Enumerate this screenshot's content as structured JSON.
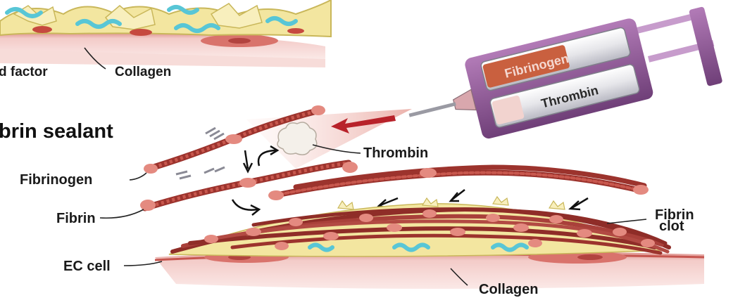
{
  "labels": {
    "factor_partial": "d factor",
    "collagen_top": "Collagen",
    "sealant_title_partial": "brin sealant",
    "thrombin": "Thrombin",
    "fibrinogen": "Fibrinogen",
    "fibrin": "Fibrin",
    "fibrin_clot_line1": "Fibrin",
    "fibrin_clot_line2": "clot",
    "ec_cell": "EC cell",
    "collagen_bottom": "Collagen"
  },
  "syringe": {
    "barrel_top": "Fibrinogen",
    "barrel_bottom": "Thrombin"
  },
  "colors": {
    "fibrin_strand": "#b8433a",
    "fibrin_bead": "#e48a80",
    "thrombin_fill": "#c9512f",
    "syringe_purple": "#8e5a94",
    "tissue_pink": "#f2c7c4",
    "platelet_yellow": "#f3e6a0",
    "vwf_cyan": "#58c6d6"
  }
}
